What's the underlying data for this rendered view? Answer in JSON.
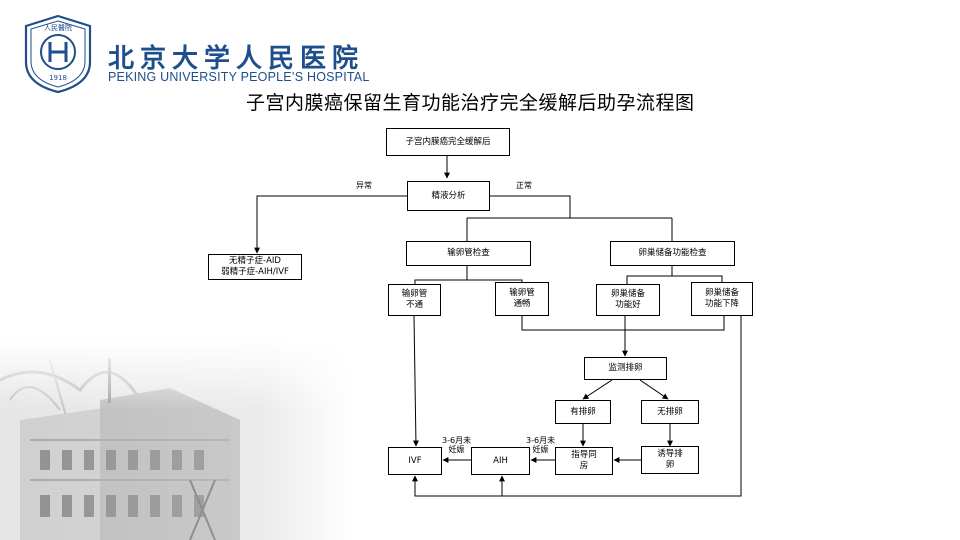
{
  "header": {
    "logo_cn": "北京大学人民医院",
    "logo_en": "PEKING UNIVERSITY PEOPLE’S HOSPITAL",
    "emblem_text": "人民醫院",
    "emblem_year": "1918",
    "title": "子宫内膜癌保留生育功能治疗完全缓解后助孕流程图"
  },
  "nodes": {
    "cr": "子宫内膜癌完全缓解后",
    "semen": "精液分析",
    "male_factor": "无精子症-AID\n弱精子症-AIH/IVF",
    "tubal_check": "输卵管检查",
    "ovarian_check": "卵巢储备功能检查",
    "tube_blocked": "输卵管\n不通",
    "tube_patent": "输卵管\n通畅",
    "ovary_good": "卵巢储备\n功能好",
    "ovary_poor": "卵巢储备\n功能下降",
    "monitor": "监测排卵",
    "ovulation": "有排卵",
    "anovulation": "无排卵",
    "ivf": "IVF",
    "aih": "AIH",
    "timed": "指导同\n房",
    "induction": "诱导排\n卵"
  },
  "edge_labels": {
    "abnormal": "异常",
    "normal": "正常",
    "fail_aih": "3-6月未\n妊娠",
    "fail_timed": "3-6月未\n妊娠"
  },
  "colors": {
    "brand": "#1e4e8c",
    "line": "#000000"
  }
}
